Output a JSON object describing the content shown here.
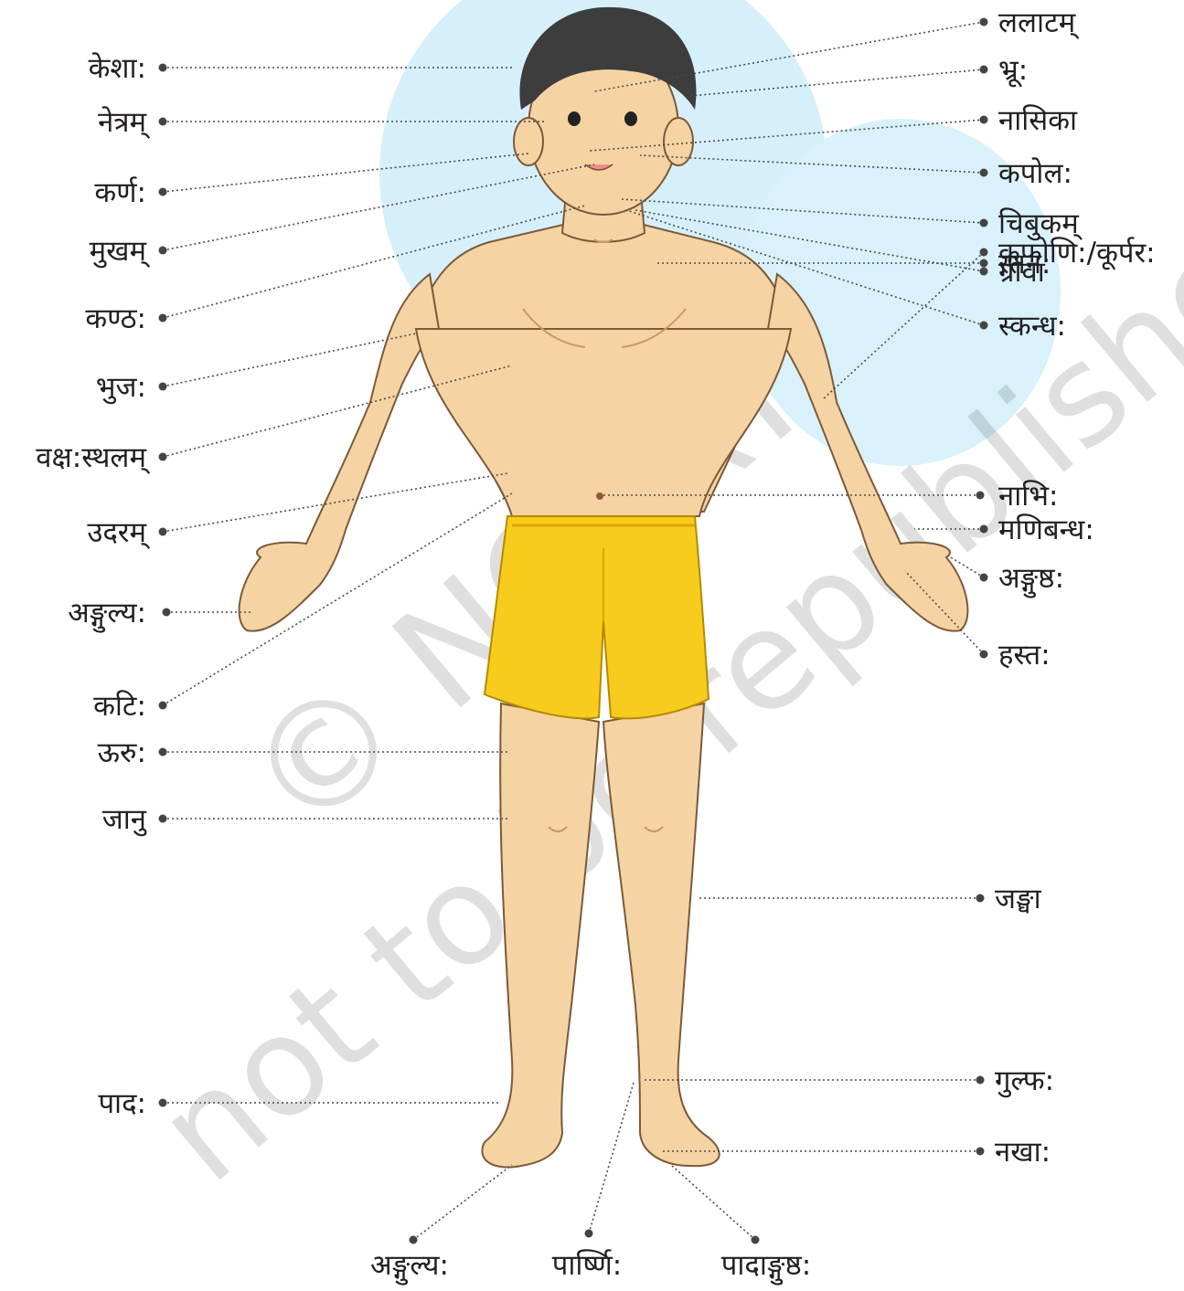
{
  "labels_left": [
    {
      "id": "keshah",
      "text": "केशा:"
    },
    {
      "id": "netram",
      "text": "नेत्रम्"
    },
    {
      "id": "karnah",
      "text": "कर्ण:"
    },
    {
      "id": "mukham",
      "text": "मुखम्"
    },
    {
      "id": "kanthah",
      "text": "कण्ठ:"
    },
    {
      "id": "bhujah",
      "text": "भुज:"
    },
    {
      "id": "vakshasthalam",
      "text": "वक्ष:स्थलम्"
    },
    {
      "id": "udaram",
      "text": "उदरम्"
    },
    {
      "id": "angulyah-hand",
      "text": "अङ्गुल्य:"
    },
    {
      "id": "katih",
      "text": "कटि:"
    },
    {
      "id": "uruh",
      "text": "ऊरु:"
    },
    {
      "id": "janu",
      "text": "जानु"
    },
    {
      "id": "padah",
      "text": "पाद:"
    }
  ],
  "labels_right": [
    {
      "id": "lalatam",
      "text": "ललाटम्"
    },
    {
      "id": "bhruh",
      "text": "भ्रू:"
    },
    {
      "id": "nasika",
      "text": "नासिका"
    },
    {
      "id": "kapolah",
      "text": "कपोल:"
    },
    {
      "id": "chibukam",
      "text": "चिबुकम्"
    },
    {
      "id": "griva",
      "text": "ग्रीवा"
    },
    {
      "id": "skandhah",
      "text": "स्कन्ध:"
    },
    {
      "id": "stanah",
      "text": "स्तन:"
    },
    {
      "id": "kaphonih",
      "text": "कफोणि:/कूर्पर:"
    },
    {
      "id": "nabhih",
      "text": "नाभि:"
    },
    {
      "id": "manibandhah",
      "text": "मणिबन्ध:"
    },
    {
      "id": "angushthah",
      "text": "अङ्गुष्ठ:"
    },
    {
      "id": "hastah",
      "text": "हस्त:"
    },
    {
      "id": "jangha",
      "text": "जङ्घा"
    },
    {
      "id": "gulphah",
      "text": "गुल्फ:"
    },
    {
      "id": "nakhah",
      "text": "नखा:"
    }
  ],
  "labels_bottom": [
    {
      "id": "angulyah-foot",
      "text": "अङ्गुल्य:"
    },
    {
      "id": "parshnih",
      "text": "पार्ष्णि:"
    },
    {
      "id": "padangushthah",
      "text": "पादाङ्गुष्ठ:"
    }
  ],
  "watermark": {
    "line1": "© NCERT",
    "line2": "not to be republished"
  },
  "colors": {
    "skin": "#f6d3a3",
    "hair": "#3d3d3d",
    "shorts": "#f7cc1c",
    "background_circle": "#d6f0fb",
    "text": "#231f20"
  }
}
